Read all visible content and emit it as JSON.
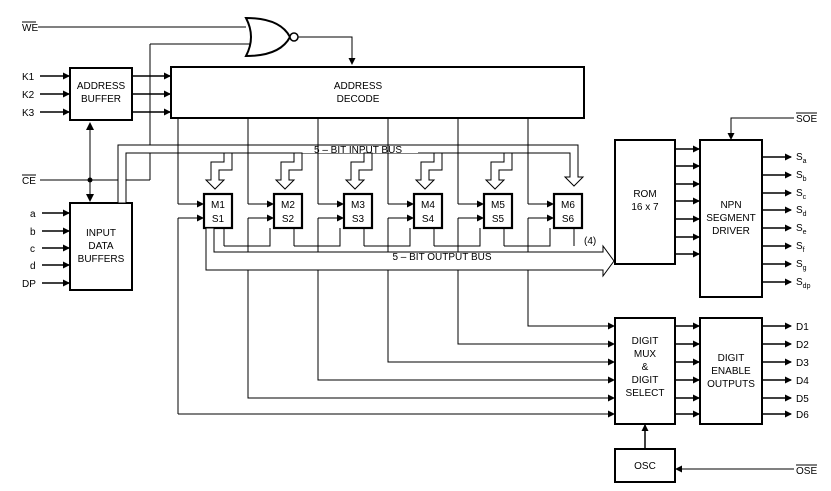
{
  "signals": {
    "we": "WE",
    "ce": "CE",
    "soe": "SOE",
    "ose": "OSE"
  },
  "address_inputs": [
    "K1",
    "K2",
    "K3"
  ],
  "data_inputs": [
    "a",
    "b",
    "c",
    "d",
    "DP"
  ],
  "blocks": {
    "address_buffer": [
      "ADDRESS",
      "BUFFER"
    ],
    "address_decode": [
      "ADDRESS",
      "DECODE"
    ],
    "input_data_buffers": [
      "INPUT",
      "DATA",
      "BUFFERS"
    ],
    "rom": [
      "ROM",
      "16 x 7"
    ],
    "npn_segment_driver": [
      "NPN",
      "SEGMENT",
      "DRIVER"
    ],
    "digit_mux": [
      "DIGIT",
      "MUX",
      "&",
      "DIGIT",
      "SELECT"
    ],
    "digit_enable_outputs": [
      "DIGIT",
      "ENABLE",
      "OUTPUTS"
    ],
    "osc": "OSC"
  },
  "memory_cells": [
    {
      "m": "M1",
      "s": "S1"
    },
    {
      "m": "M2",
      "s": "S2"
    },
    {
      "m": "M3",
      "s": "S3"
    },
    {
      "m": "M4",
      "s": "S4"
    },
    {
      "m": "M5",
      "s": "S5"
    },
    {
      "m": "M6",
      "s": "S6"
    }
  ],
  "buses": {
    "input_bus": "5 – BIT INPUT BUS",
    "output_bus": "5 – BIT OUTPUT BUS",
    "rom_bus_width": "(4)"
  },
  "segment_outputs": [
    {
      "base": "S",
      "sub": "a"
    },
    {
      "base": "S",
      "sub": "b"
    },
    {
      "base": "S",
      "sub": "c"
    },
    {
      "base": "S",
      "sub": "d"
    },
    {
      "base": "S",
      "sub": "e"
    },
    {
      "base": "S",
      "sub": "f"
    },
    {
      "base": "S",
      "sub": "g"
    },
    {
      "base": "S",
      "sub": "dp"
    }
  ],
  "digit_outputs": [
    "D1",
    "D2",
    "D3",
    "D4",
    "D5",
    "D6"
  ]
}
